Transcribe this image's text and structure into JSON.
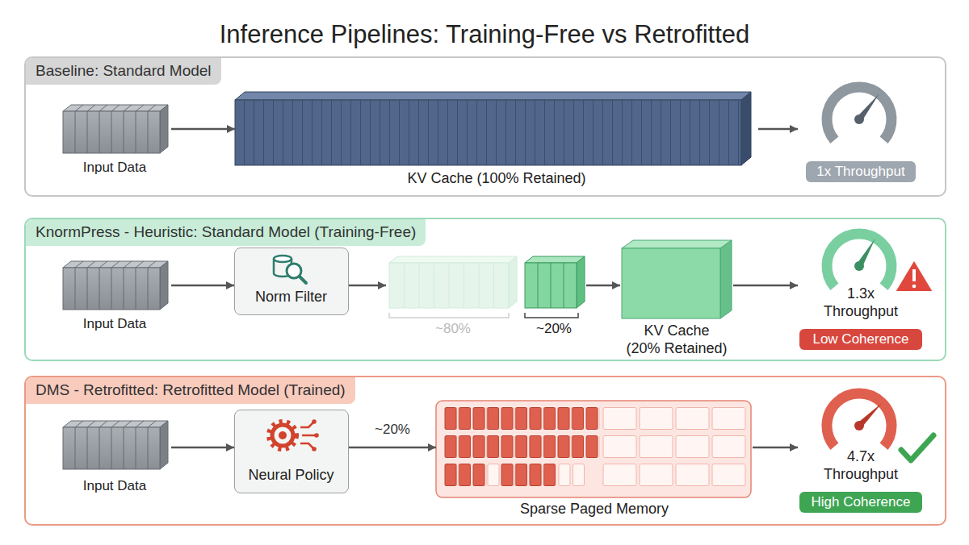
{
  "diagram": {
    "title": "Inference Pipelines: Training-Free vs Retrofitted",
    "nodes": [
      {
        "text": [
          "Baseline: Standard Model"
        ]
      },
      {
        "text": [
          "Input Data"
        ],
        "in": 0
      },
      {
        "text": [
          "KV Cache (100% Retained)"
        ],
        "in": 0
      },
      {
        "text": [
          "1x Throughput"
        ],
        "in": 0
      },
      {
        "text": [
          "KnormPress - Heuristic: Standard Model (Training-Free)"
        ]
      },
      {
        "text": [
          "Input Data"
        ],
        "in": 4
      },
      {
        "text": [
          "Norm Filter"
        ],
        "in": 4
      },
      {
        "text": [
          "~80%"
        ],
        "in": 4
      },
      {
        "text": [
          "~20%"
        ],
        "in": 4
      },
      {
        "text": [
          "KV Cache (20% Retained)"
        ],
        "in": 4
      },
      {
        "text": [
          "1.3x Throughput",
          "Low Coherence"
        ],
        "in": 4
      },
      {
        "text": [
          "DMS - Retrofitted: Retrofitted Model (Trained)"
        ]
      },
      {
        "text": [
          "Input Data"
        ],
        "in": 11
      },
      {
        "text": [
          "Neural Policy"
        ],
        "in": 11
      },
      {
        "text": [
          "Sparse Paged Memory"
        ],
        "in": 11
      },
      {
        "text": [
          "4.7x Throughput",
          "High Coherence"
        ],
        "in": 11
      }
    ],
    "edges": [
      {
        "from": 1,
        "to": 2,
        "arrow": "to"
      },
      {
        "from": 2,
        "to": 3,
        "arrow": "to"
      },
      {
        "from": 5,
        "to": 6,
        "arrow": "to"
      },
      {
        "from": 6,
        "to": 7,
        "arrow": "to"
      },
      {
        "from": 8,
        "to": 9,
        "arrow": "to"
      },
      {
        "from": 9,
        "to": 10,
        "arrow": "to"
      },
      {
        "from": 12,
        "to": 13,
        "arrow": "to"
      },
      {
        "from": 13,
        "to": 14,
        "label": "~20%",
        "arrow": "to"
      },
      {
        "from": 14,
        "to": 15,
        "arrow": "to"
      }
    ]
  }
}
